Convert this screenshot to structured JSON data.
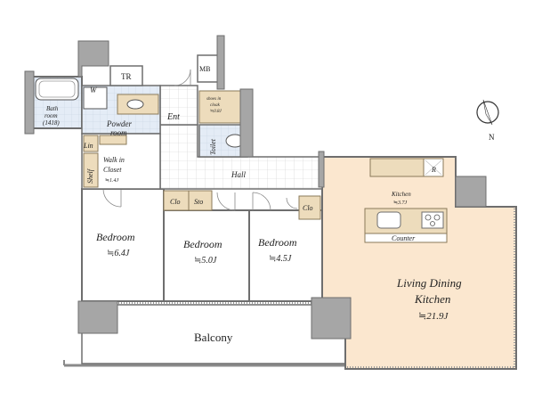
{
  "rooms": {
    "bath": {
      "line1": "Bath",
      "line2": "room",
      "line3": "(1418)"
    },
    "washer": "W",
    "powder": {
      "line1": "Powder",
      "line2": "room"
    },
    "tr": "TR",
    "mb": "MB",
    "ent": "Ent",
    "shoes": {
      "line1": "shoes in",
      "line2": "cloak",
      "line3": "≒0.8J"
    },
    "toilet": "Toilet",
    "lin": "Lin",
    "shelf": "Shelf",
    "wic": {
      "line1": "Walk in",
      "line2": "Closet",
      "line3": "≒1.4J"
    },
    "hall": "Hall",
    "clo1": "Clo",
    "sto": "Sto",
    "clo2": "Clo",
    "bedroom1": {
      "name": "Bedroom",
      "size": "≒6.4J"
    },
    "bedroom2": {
      "name": "Bedroom",
      "size": "≒5.0J"
    },
    "bedroom3": {
      "name": "Bedroom",
      "size": "≒4.5J"
    },
    "kitchen": {
      "name": "Kitchen",
      "size": "≒3.7J"
    },
    "fridge": "R",
    "counter": "Counter",
    "ldk": {
      "line1": "Living Dining",
      "line2": "Kitchen",
      "size": "≒21.9J"
    },
    "balcony": "Balcony"
  },
  "compass": {
    "label": "N"
  },
  "colors": {
    "wall": "#6e6e6e",
    "pillar": "#a6a6a6",
    "ldk_floor": "#fbe7cf",
    "tile_floor": "#ffffff",
    "tile_grid": "#cfcfcf",
    "wet_floor": "#dce6f3",
    "cabinet": "#eddcbc",
    "cabinet_dark": "#d9c39a",
    "balcony": "#ffffff"
  }
}
